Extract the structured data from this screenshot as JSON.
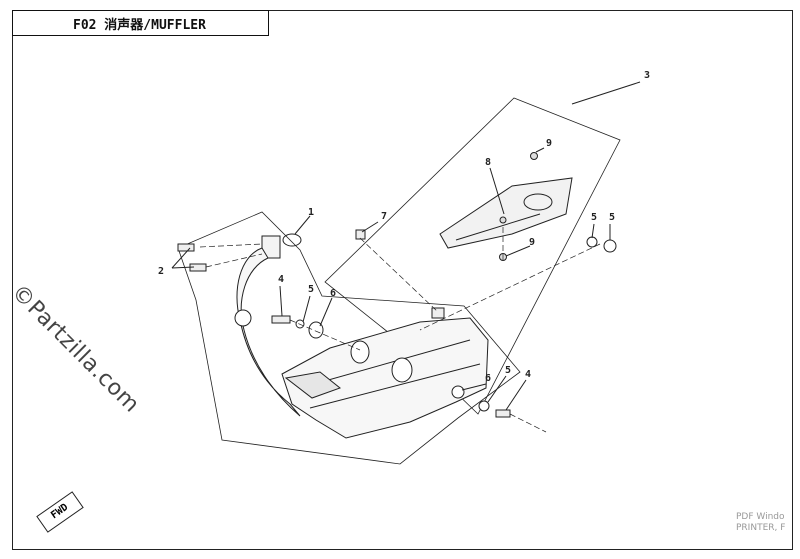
{
  "title": "F02 消声器/MUFFLER",
  "watermark": "©Partzilla.com",
  "fwd_label": "FWD",
  "corner_stamp": [
    "PDF Windo",
    "PRINTER, F"
  ],
  "callouts": [
    "1",
    "2",
    "3",
    "4",
    "5",
    "6",
    "7",
    "8",
    "9",
    "9",
    "5",
    "5",
    "6",
    "5",
    "4"
  ]
}
